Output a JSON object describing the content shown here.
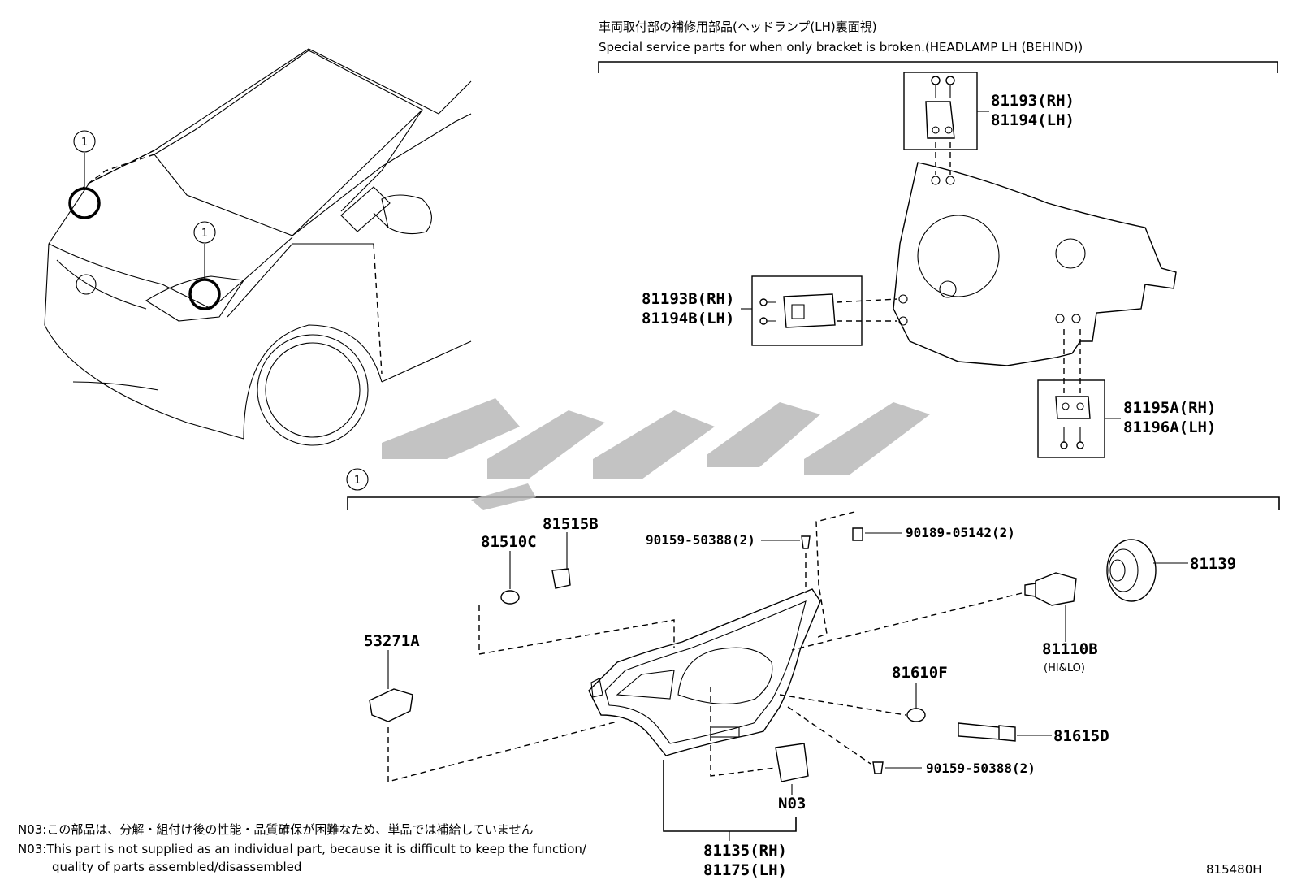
{
  "header": {
    "title_ja": "車両取付部の補修用部品(ヘッドランプ(LH)裏面視)",
    "title_en": "Special service parts for when only bracket is broken.(HEADLAMP LH (BEHIND))"
  },
  "callout": "1",
  "parts": {
    "p81193": "81193(RH)",
    "p81194": "81194(LH)",
    "p81193B": "81193B(RH)",
    "p81194B": "81194B(LH)",
    "p81195A": "81195A(RH)",
    "p81196A": "81196A(LH)",
    "p81510C": "81510C",
    "p81515B": "81515B",
    "p90159_top": "90159-50388(2)",
    "p90189": "90189-05142(2)",
    "p81139": "81139",
    "p81110B": "81110B",
    "p81110B_note": "(HI&LO)",
    "p53271A": "53271A",
    "p81610F": "81610F",
    "p81615D": "81615D",
    "p90159_bot": "90159-50388(2)",
    "pN03": "N03",
    "p81135": "81135(RH)",
    "p81175": "81175(LH)"
  },
  "notes": {
    "ja": "N03:この部品は、分解・組付け後の性能・品質確保が困難なため、単品では補給していません",
    "en_line1": "N03:This part is not supplied as an individual part, because it is difficult to keep the function/",
    "en_line2": "quality of parts assembled/disassembled"
  },
  "figure_code": "815480H"
}
